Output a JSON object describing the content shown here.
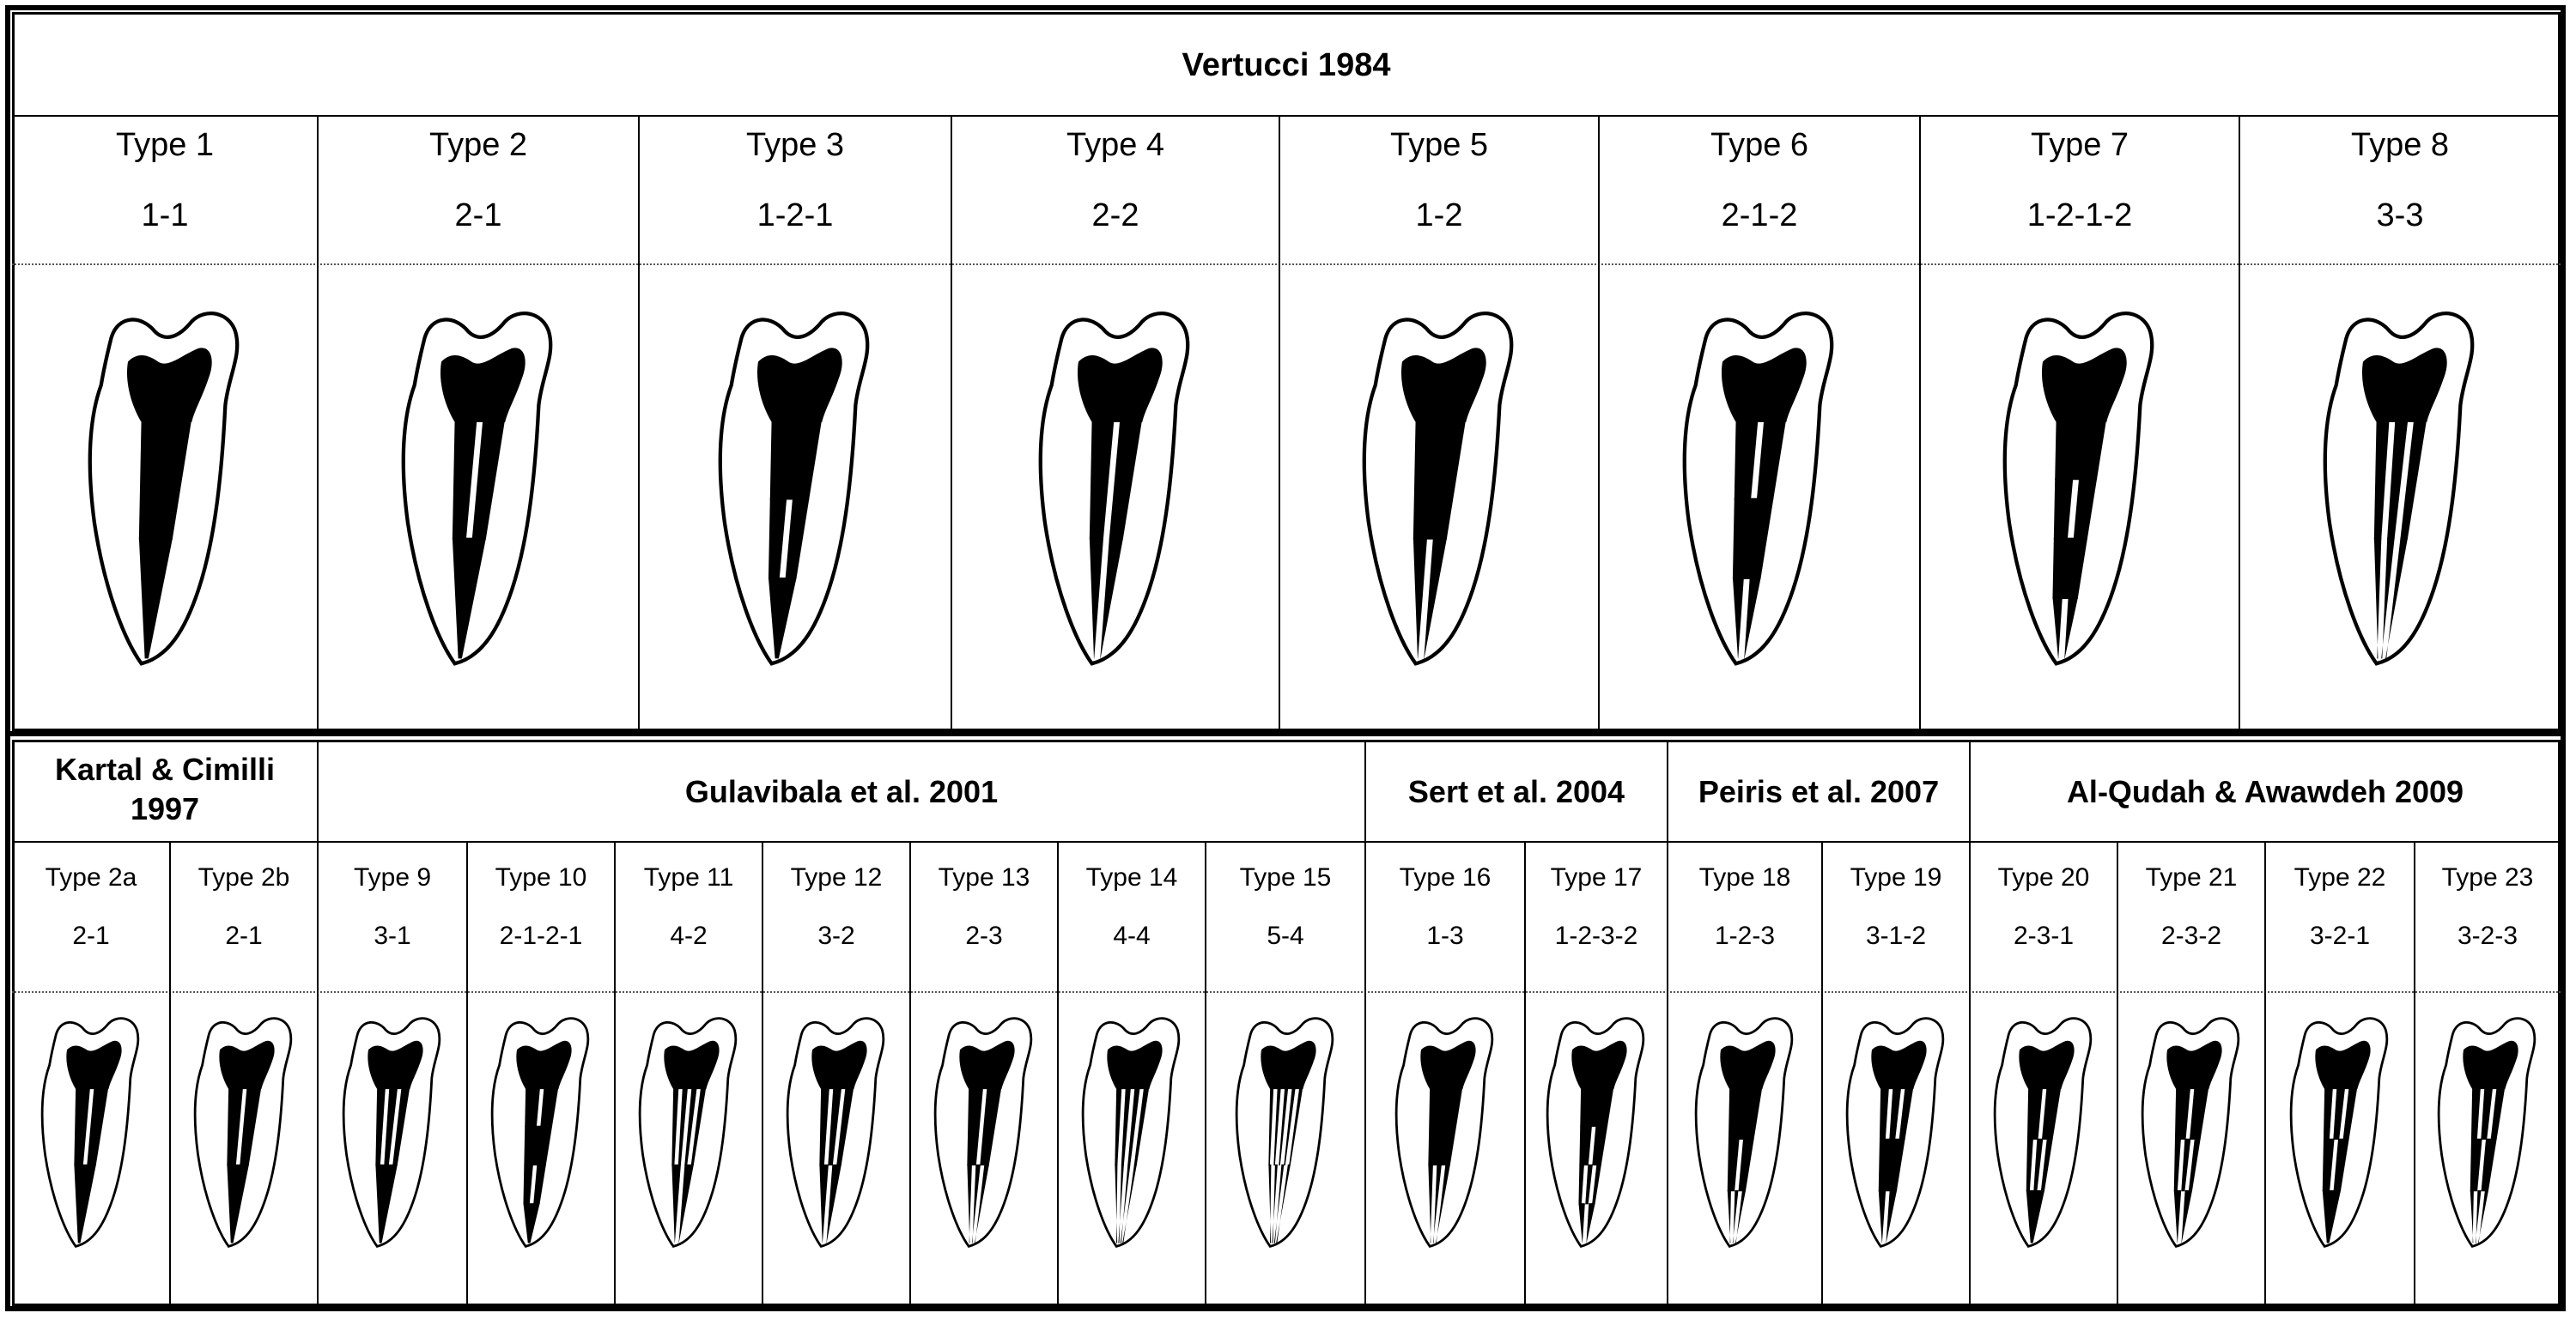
{
  "vertucci": {
    "title": "Vertucci 1984",
    "types": [
      {
        "label": "Type 1",
        "code": "1-1",
        "icon": "tooth-type-1-icon"
      },
      {
        "label": "Type 2",
        "code": "2-1",
        "icon": "tooth-type-2-icon"
      },
      {
        "label": "Type 3",
        "code": "1-2-1",
        "icon": "tooth-type-3-icon"
      },
      {
        "label": "Type 4",
        "code": "2-2",
        "icon": "tooth-type-4-icon"
      },
      {
        "label": "Type 5",
        "code": "1-2",
        "icon": "tooth-type-5-icon"
      },
      {
        "label": "Type 6",
        "code": "2-1-2",
        "icon": "tooth-type-6-icon"
      },
      {
        "label": "Type 7",
        "code": "1-2-1-2",
        "icon": "tooth-type-7-icon"
      },
      {
        "label": "Type 8",
        "code": "3-3",
        "icon": "tooth-type-8-icon"
      }
    ]
  },
  "supplementary": {
    "groups": [
      {
        "title": "Kartal & Cimilli 1997"
      },
      {
        "title": "Gulavibala et al. 2001"
      },
      {
        "title": "Sert et al. 2004"
      },
      {
        "title": "Peiris et al. 2007"
      },
      {
        "title": "Al-Qudah & Awawdeh 2009"
      }
    ],
    "types": [
      {
        "label": "Type 2a",
        "code": "2-1"
      },
      {
        "label": "Type 2b",
        "code": "2-1"
      },
      {
        "label": "Type 9",
        "code": "3-1"
      },
      {
        "label": "Type 10",
        "code": "2-1-2-1"
      },
      {
        "label": "Type 11",
        "code": "4-2"
      },
      {
        "label": "Type 12",
        "code": "3-2"
      },
      {
        "label": "Type 13",
        "code": "2-3"
      },
      {
        "label": "Type 14",
        "code": "4-4"
      },
      {
        "label": "Type 15",
        "code": "5-4"
      },
      {
        "label": "Type 16",
        "code": "1-3"
      },
      {
        "label": "Type 17",
        "code": "1-2-3-2"
      },
      {
        "label": "Type 18",
        "code": "1-2-3"
      },
      {
        "label": "Type 19",
        "code": "3-1-2"
      },
      {
        "label": "Type 20",
        "code": "2-3-1"
      },
      {
        "label": "Type 21",
        "code": "2-3-2"
      },
      {
        "label": "Type 22",
        "code": "3-2-1"
      },
      {
        "label": "Type 23",
        "code": "3-2-3"
      }
    ]
  }
}
